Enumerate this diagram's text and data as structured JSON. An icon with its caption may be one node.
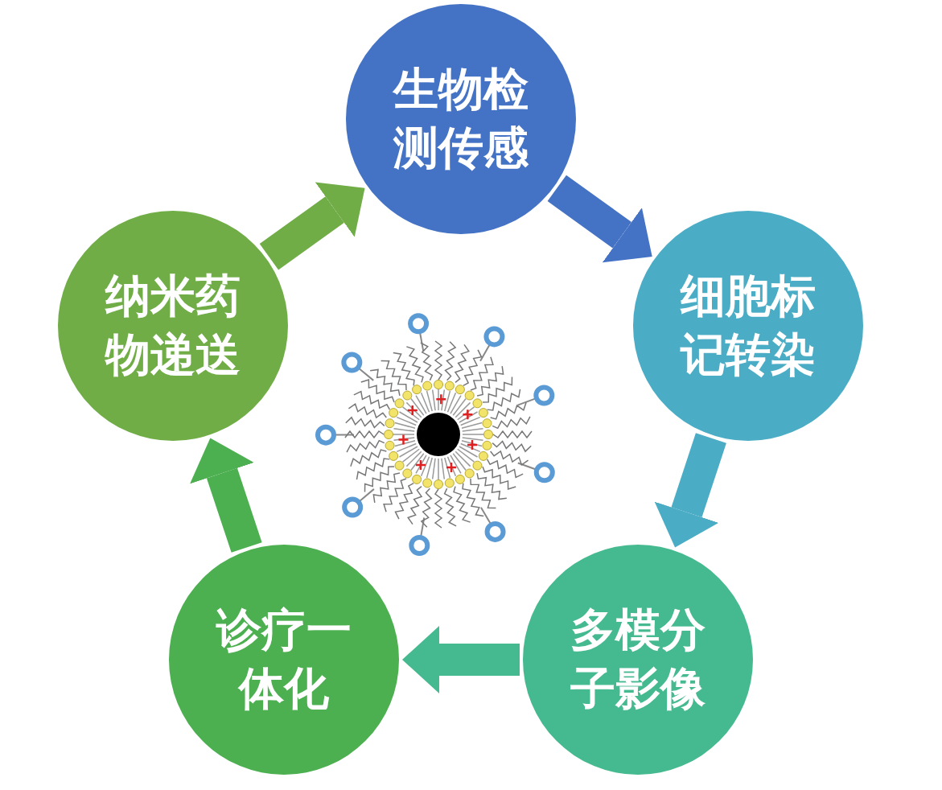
{
  "diagram": {
    "nodes": [
      {
        "text": [
          "生物检测传感"
        ]
      },
      {
        "text": [
          "细胞标记转染"
        ]
      },
      {
        "text": [
          "多模分子影像"
        ]
      },
      {
        "text": [
          "诊疗一体化"
        ]
      },
      {
        "text": [
          "纳米药物递送"
        ]
      }
    ],
    "edges": [
      {
        "from": 0,
        "to": 1,
        "arrow": "to",
        "color": "#4472c4"
      },
      {
        "from": 1,
        "to": 2,
        "arrow": "to",
        "color": "#4aacc5"
      },
      {
        "from": 2,
        "to": 3,
        "arrow": "to",
        "color": "#45b98f"
      },
      {
        "from": 3,
        "to": 4,
        "arrow": "to",
        "color": "#4caf50"
      },
      {
        "from": 4,
        "to": 0,
        "arrow": "to",
        "color": "#70ad47"
      }
    ]
  }
}
